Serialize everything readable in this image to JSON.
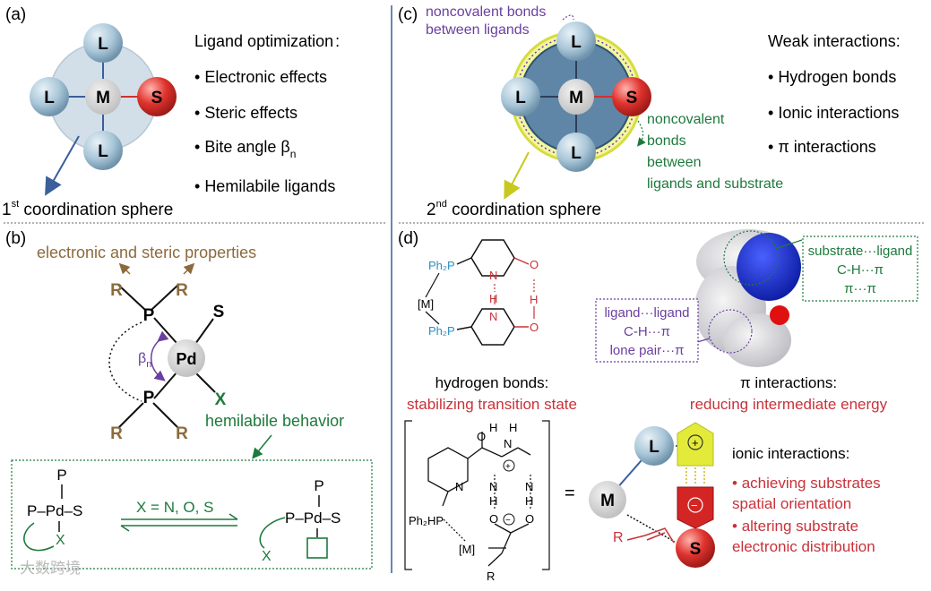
{
  "panel_a": {
    "tag": "(a)",
    "center": "M",
    "ligand": "L",
    "substrate": "S",
    "heading": "Ligand optimization",
    "colon": ":",
    "bullets": [
      "Electronic effects",
      "Steric effects",
      "Bite angle β",
      "Hemilabile ligands"
    ],
    "bite_sub": "n",
    "sphere_label_pre": "1",
    "sphere_label_sup": "st",
    "sphere_label_post": " coordination sphere"
  },
  "panel_b": {
    "tag": "(b)",
    "props_label": "electronic and steric properties",
    "R": "R",
    "P": "P",
    "S": "S",
    "Pd": "Pd",
    "X": "X",
    "beta": "β",
    "beta_sub": "n",
    "hemilabile_label": "hemilabile behavior",
    "equilibrium_label": "X = N, O, S",
    "left_complex": "P–Pd–S",
    "right_complex": "P–Pd–S"
  },
  "panel_c": {
    "tag": "(c)",
    "note_ligands_line1": "noncovalent bonds",
    "note_ligands_line2": "between ligands",
    "note_substrate_lines": [
      "noncovalent",
      "bonds",
      "between",
      "ligands and substrate"
    ],
    "heading": "Weak interactions:",
    "bullets": [
      "Hydrogen bonds",
      "Ionic interactions",
      "π interactions"
    ],
    "sphere_label_pre": "2",
    "sphere_label_sup": "nd",
    "sphere_label_post": " coordination sphere"
  },
  "panel_d": {
    "tag": "(d)",
    "ph2p": "Ph₂P",
    "metal": "[M]",
    "N": "N",
    "O": "O",
    "H": "H",
    "hbond_title": "hydrogen bonds:",
    "hbond_sub": "stabilizing transition state",
    "pi_title": "π interactions:",
    "pi_sub": "reducing intermediate energy",
    "box_substrate_lines": [
      "substrate···ligand",
      "C-H···π",
      "π···π"
    ],
    "box_ligand_lines": [
      "ligand···ligand",
      "C-H···π",
      "lone pair···π"
    ],
    "ts_ph2hp": "Ph₂HP",
    "ts_metal": "[M]",
    "ts_R": "R",
    "equals": "=",
    "ionic_title": "ionic interactions:",
    "ionic_bullets": [
      [
        "achieving substrates",
        "spatial orientation"
      ],
      [
        "altering substrate",
        "electronic distribution"
      ]
    ],
    "plus": "+",
    "minus": "−",
    "R": "R",
    "watermark": "大数跨境"
  },
  "colors": {
    "ligand_blue": "#a9c6d8",
    "substrate_red": "#e0332e",
    "metal_gray": "#cfcfcf",
    "divider_blue": "#3a5f9a",
    "purple": "#6b3fa0",
    "green": "#1e7a3c",
    "brown": "#8c6a3d",
    "red_text": "#c8323a",
    "yellow": "#e4ea3a",
    "teal": "#2a8fc0"
  }
}
